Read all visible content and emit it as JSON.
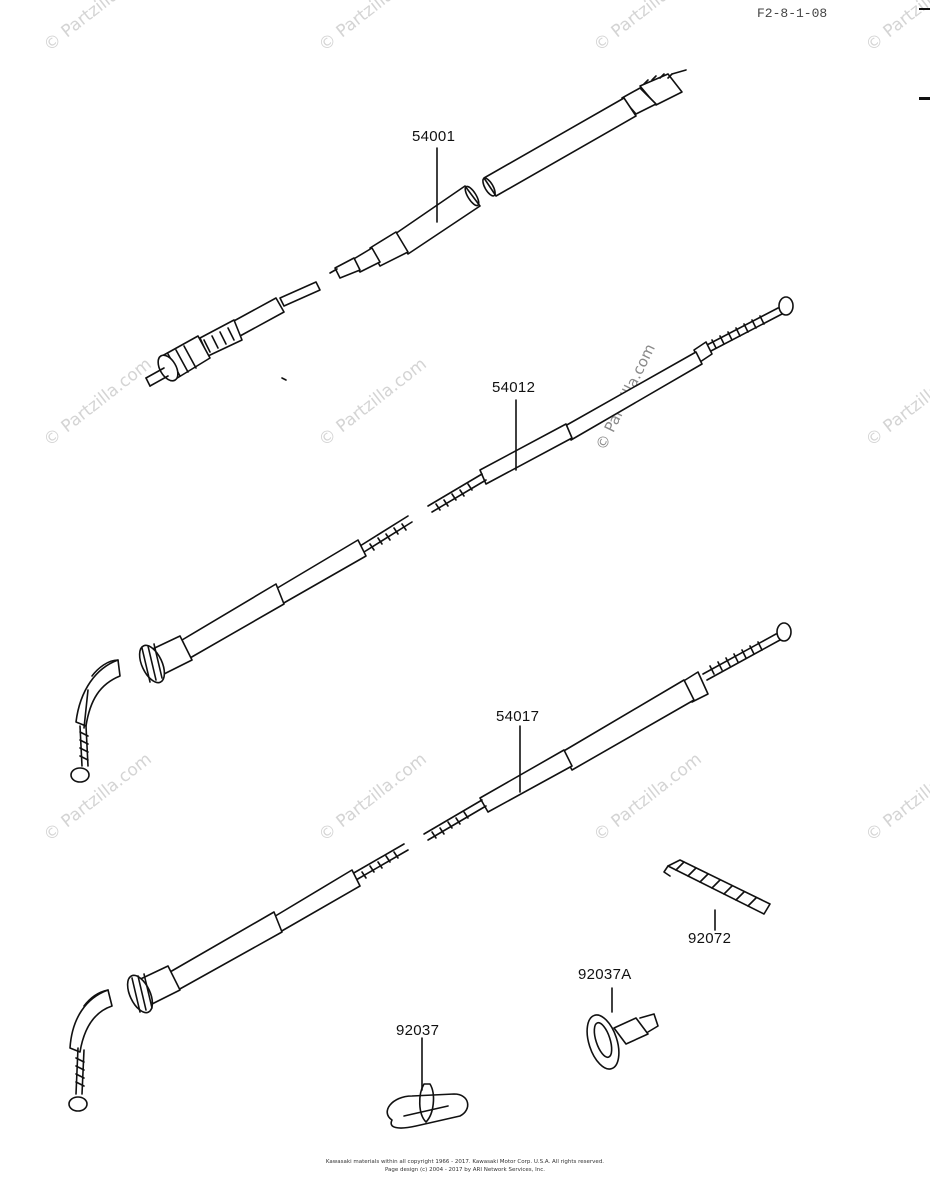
{
  "diagram": {
    "reference_code": "F2-8-1-08",
    "watermark_text": "© Partzilla.com",
    "parts": [
      {
        "id": "part-54001",
        "number": "54001"
      },
      {
        "id": "part-54012",
        "number": "54012"
      },
      {
        "id": "part-54017",
        "number": "54017"
      },
      {
        "id": "part-92072",
        "number": "92072"
      },
      {
        "id": "part-92037A",
        "number": "92037A"
      },
      {
        "id": "part-92037",
        "number": "92037"
      }
    ],
    "footer": {
      "line1": "Kawasaki materials within all copyright 1966 - 2017. Kawasaki Motor Corp. U.S.A. All rights reserved.",
      "line2": "Page design (c) 2004 - 2017 by ARI Network Services, Inc."
    },
    "colors": {
      "line": "#111111",
      "watermark": "#d4d4d4"
    }
  }
}
